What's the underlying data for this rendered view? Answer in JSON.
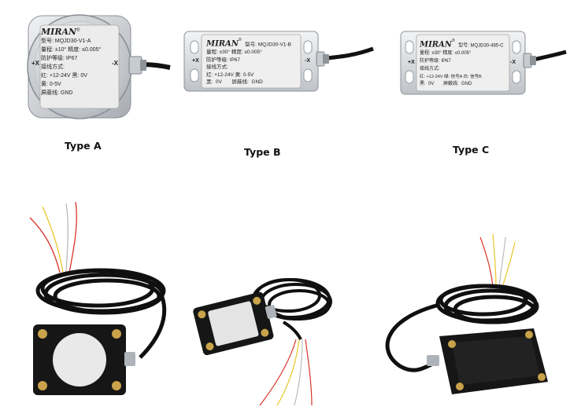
{
  "captions": {
    "a": "Type A",
    "b": "Type B",
    "c": "Type C"
  },
  "brand": "MIRAN",
  "brand_mark": "®",
  "sensors": {
    "a": {
      "model": "型号:  MQJD30-V1-A",
      "range": "量程:  ±10°  精度:  ≤0.005°",
      "ip": "防护等级:  IP67",
      "wiring": "接线方式:",
      "line1": "红:  +12-24V  黑:  0V",
      "line2": "黄:  0-5V",
      "line3": "屏蔽线:  GND",
      "plus_x": "+X",
      "minus_x": "-X"
    },
    "b": {
      "model": "型号:  MQJD30-V1-B",
      "range": "量程:  ±30°  精度:  ≤0.005°",
      "ip": "防护等级:  IP67",
      "wiring": "接线方式:",
      "line1": "红:  +12-24V  黄:  0-5V",
      "line2": "黑:  0V       屏蔽线:  GND",
      "plus_x": "+X",
      "minus_x": "-X"
    },
    "c": {
      "model": "型号:  MQJD30-485-C",
      "range": "量程:  ±30°  精度:  ≤0.005°",
      "ip": "防护等级:  IP67",
      "wiring": "接线方式:",
      "line1": "红:  +12-24V  绿:  信号A  白:  信号B",
      "line2": "黑:  0V       屏蔽线:  GND",
      "plus_x": "+X",
      "minus_x": "-X"
    }
  },
  "colors": {
    "metal_light": "#e4e6e8",
    "metal_mid": "#c9ccd0",
    "metal_dark": "#9a9ea4",
    "black_body": "#161616",
    "cable": "#101010",
    "brass": "#c9a24a",
    "wire_red": "#d9342b",
    "wire_yellow": "#e8c72a",
    "wire_white": "#e8e8e8",
    "wire_green": "#3f9a4a"
  }
}
